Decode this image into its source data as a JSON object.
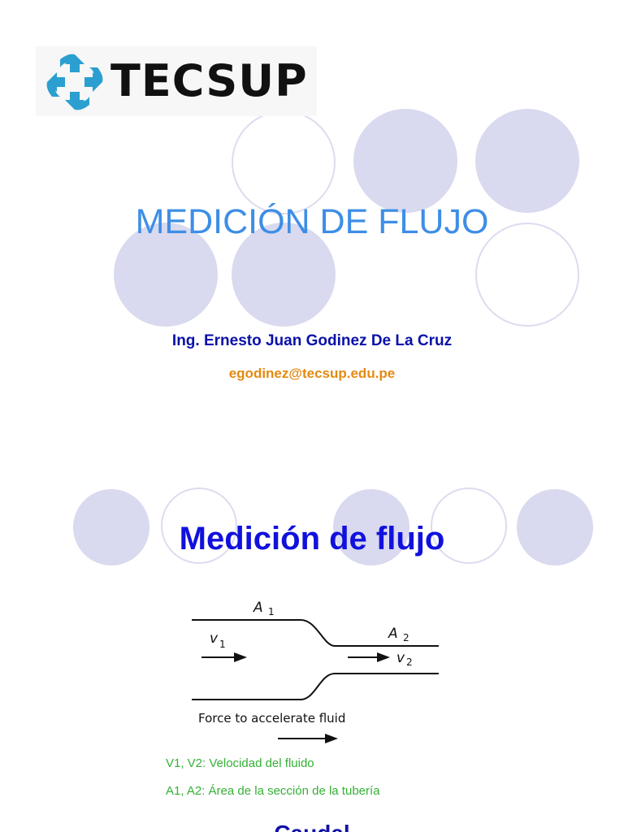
{
  "slide1": {
    "logo_text": "TECSUP",
    "title": "MEDICIÓN DE FLUJO",
    "author": "Ing. Ernesto Juan Godinez De La Cruz",
    "email": "egodinez@tecsup.edu.pe"
  },
  "slide2": {
    "title": "Medición de flujo",
    "diagram": {
      "a1": "A",
      "a1_sub": "1",
      "a2": "A",
      "a2_sub": "2",
      "v1": "v",
      "v1_sub": "1",
      "v2": "v",
      "v2_sub": "2",
      "caption": "Force to accelerate fluid"
    },
    "legend": [
      "V1, V2: Velocidad del fluido",
      "A1, A2: Área de la sección de la tubería"
    ],
    "bottom_text": "Caudal"
  },
  "colors": {
    "title1": "#3d8ee6",
    "author": "#0a10a8",
    "email": "#e38a12",
    "title2": "#1111dd",
    "legend": "#35b035",
    "circle": "#d9d9ef"
  }
}
